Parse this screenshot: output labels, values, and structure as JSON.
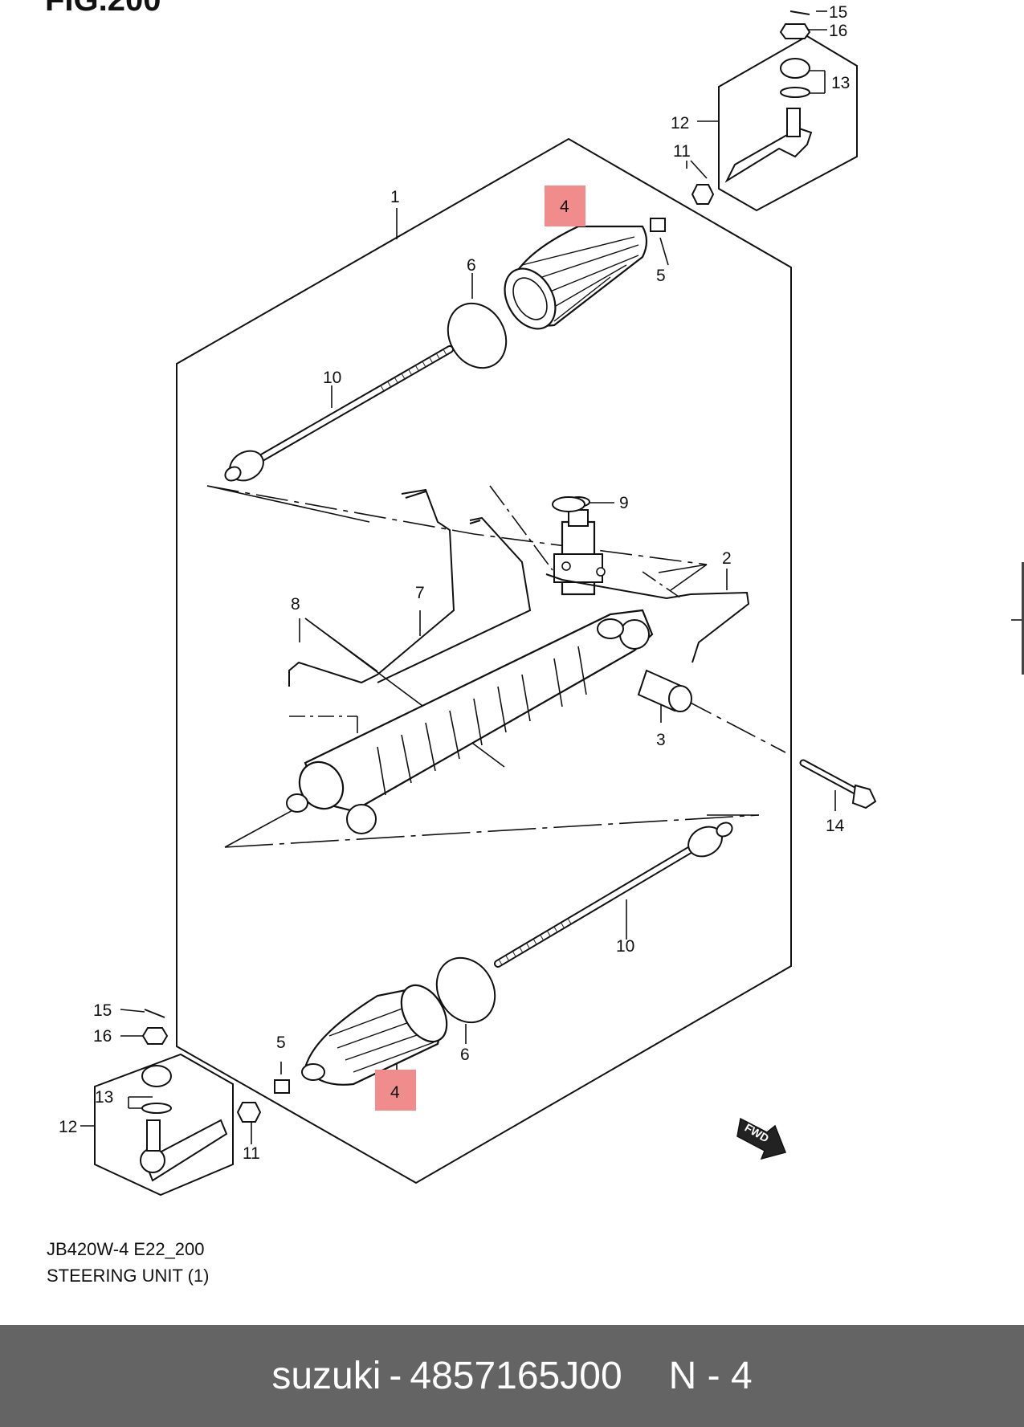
{
  "figure_title": "FIG.200",
  "caption": {
    "line1": "JB420W-4 E22_200",
    "line2": "STEERING UNIT (1)"
  },
  "footer": {
    "brand": "suzuki",
    "separator": "-",
    "part_number": "4857165J00",
    "ref": "N - 4"
  },
  "highlight_color": "#f08c8c",
  "fwd_label": "FWD",
  "labels": {
    "l1": "1",
    "l2": "2",
    "l3": "3",
    "l4a": "4",
    "l4b": "4",
    "l5a": "5",
    "l5b": "5",
    "l6a": "6",
    "l6b": "6",
    "l7": "7",
    "l8": "8",
    "l9": "9",
    "l10a": "10",
    "l10b": "10",
    "l11a": "11",
    "l11b": "11",
    "l12a": "12",
    "l12b": "12",
    "l13a": "13",
    "l13b": "13",
    "l14": "14",
    "l15a": "15",
    "l15b": "15",
    "l16a": "16",
    "l16b": "16"
  }
}
